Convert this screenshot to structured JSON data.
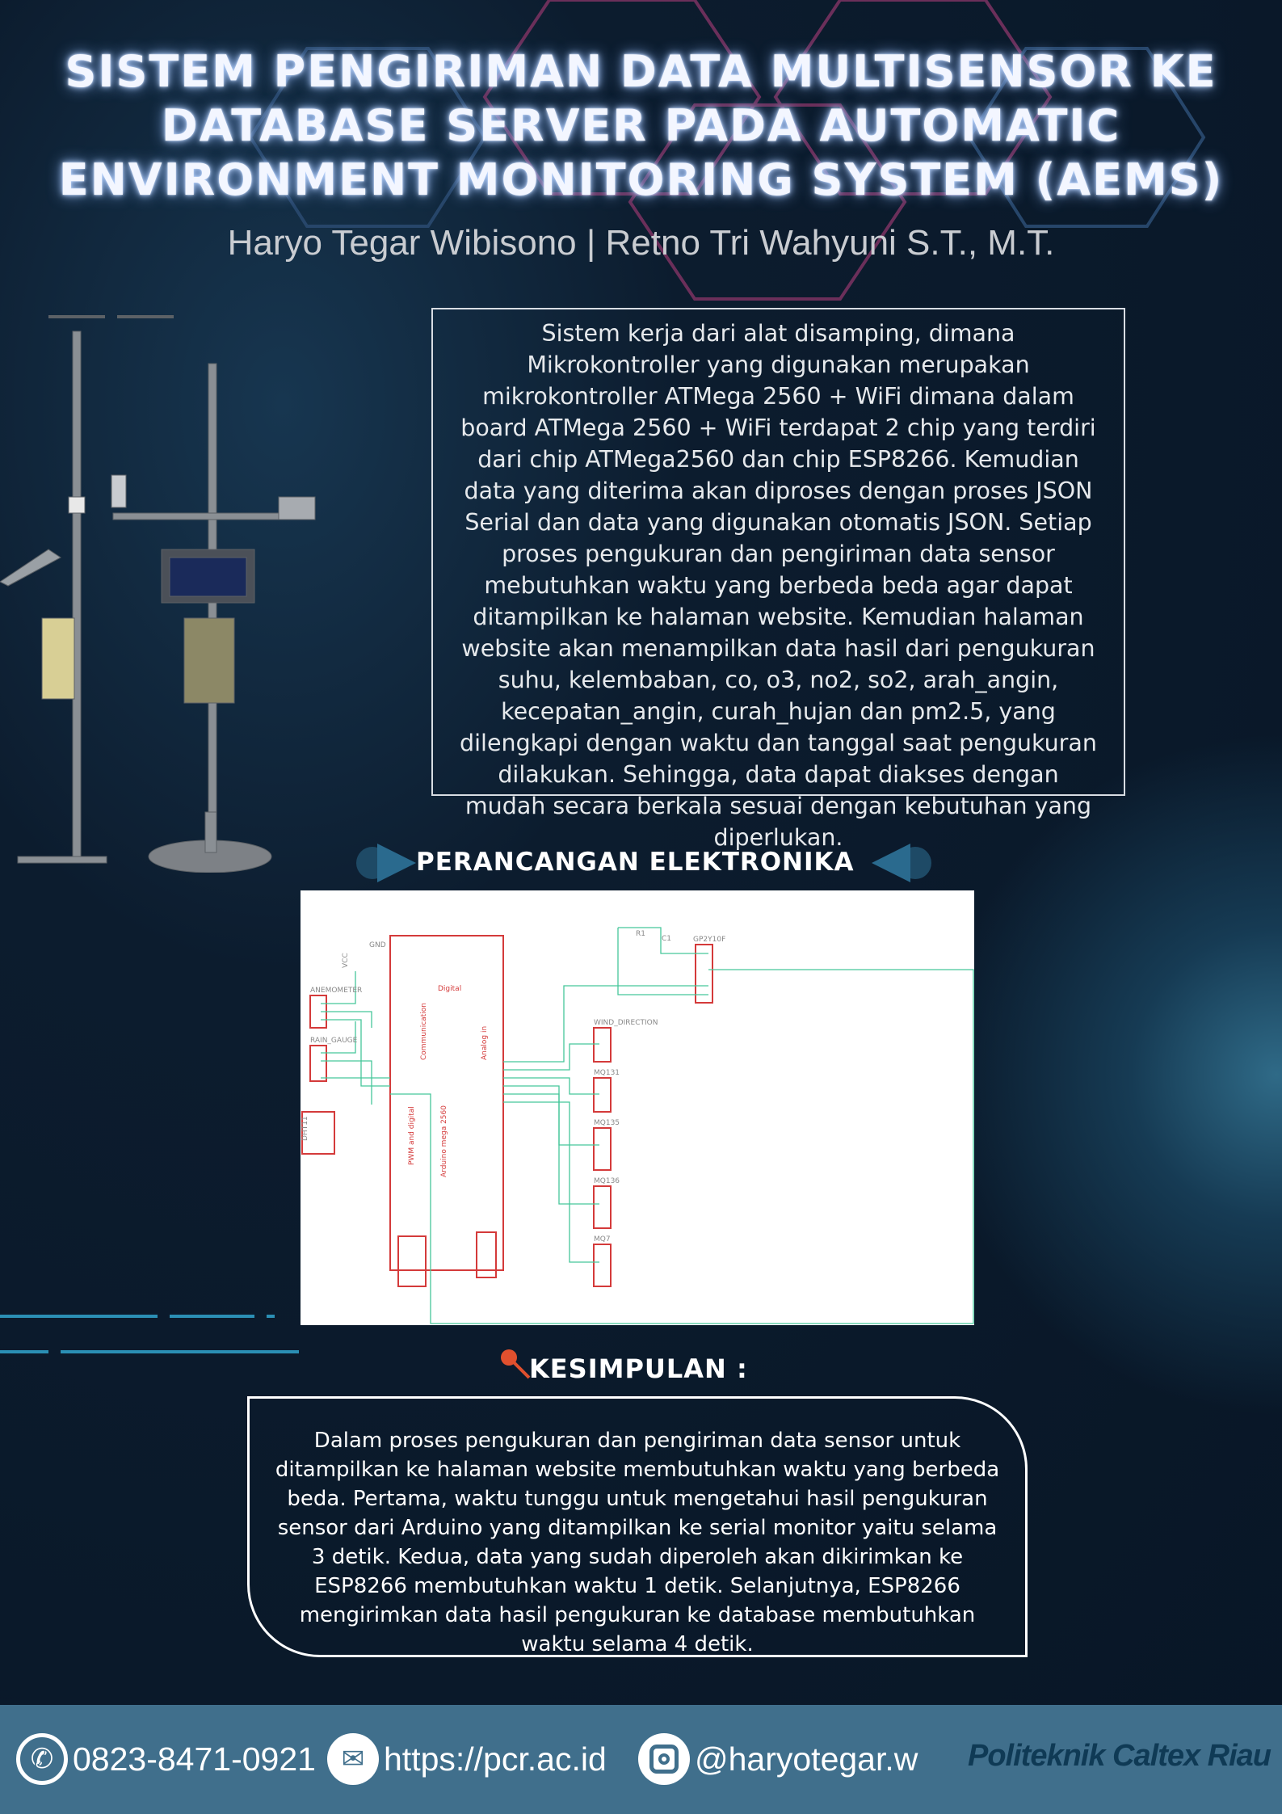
{
  "title": {
    "line1": "SISTEM PENGIRIMAN DATA MULTISENSOR KE",
    "line2": "DATABASE SERVER PADA AUTOMATIC",
    "line3": "ENVIRONMENT MONITORING SYSTEM (AEMS)"
  },
  "authors": "Haryo Tegar Wibisono | Retno Tri Wahyuni S.T., M.T.",
  "description": "Sistem kerja dari alat disamping, dimana Mikrokontroller yang digunakan merupakan mikrokontroller ATMega 2560 + WiFi dimana dalam board ATMega 2560 + WiFi terdapat 2 chip yang terdiri dari chip ATMega2560 dan chip ESP8266. Kemudian data yang diterima akan diproses dengan proses JSON Serial dan data yang digunakan otomatis JSON. Setiap proses pengukuran dan pengiriman data sensor mebutuhkan waktu yang berbeda beda agar dapat ditampilkan ke halaman website. Kemudian halaman website akan menampilkan data hasil dari pengukuran suhu, kelembaban, co, o3, no2, so2, arah_angin, kecepatan_angin, curah_hujan dan pm2.5, yang dilengkapi dengan waktu dan tanggal saat pengukuran dilakukan. Sehingga, data dapat diakses dengan mudah secara berkala sesuai dengan kebutuhan yang diperlukan.",
  "section_electronics": "PERANCANGAN ELEKTRONIKA",
  "schematic": {
    "anemometer": "ANEMOMETER",
    "rain_gauge": "RAIN_GAUGE",
    "dht": "DHT11",
    "board": "Arduino mega 2560",
    "digital": "Digital",
    "analog": "Analog in",
    "comm": "Communication",
    "pwm": "PWM and digital",
    "wind": "WIND_DIRECTION",
    "mq131": "MQ131",
    "mq135": "MQ135",
    "mq136": "MQ136",
    "mq7": "MQ7",
    "gp2": "GP2Y10F",
    "r1": "R1",
    "c1": "C1",
    "vcc": "VCC",
    "gnd": "GND"
  },
  "section_conclusion": "KESIMPULAN :",
  "conclusion": "Dalam proses pengukuran dan pengiriman data sensor untuk ditampilkan ke halaman website membutuhkan waktu yang berbeda beda. Pertama, waktu tunggu untuk mengetahui hasil pengukuran sensor dari Arduino yang ditampilkan ke serial monitor yaitu selama 3 detik. Kedua, data yang sudah diperoleh akan dikirimkan ke ESP8266 membutuhkan waktu 1 detik. Selanjutnya, ESP8266 mengirimkan data hasil pengukuran ke database membutuhkan waktu selama 4 detik.",
  "footer": {
    "phone": "0823-8471-0921",
    "website": "https://pcr.ac.id",
    "instagram": "@haryotegar.w",
    "logo": "Politeknik Caltex Riau"
  },
  "colors": {
    "background": "#0c1c2e",
    "footer": "#406f8c",
    "accent": "#2b8fb5"
  }
}
